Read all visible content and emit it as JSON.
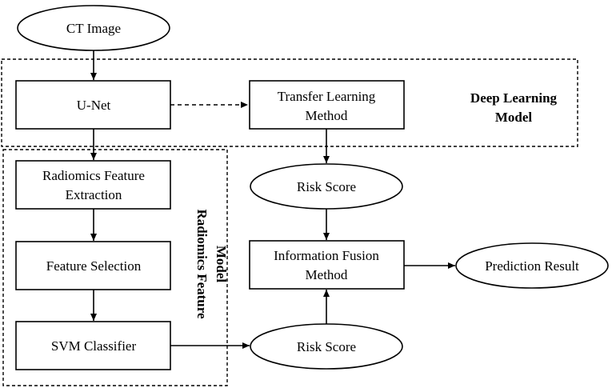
{
  "nodes": {
    "ct_image": "CT Image",
    "unet": "U-Net",
    "transfer_learning": [
      "Transfer Learning",
      "Method"
    ],
    "radiomics_extraction": [
      "Radiomics Feature",
      "Extraction"
    ],
    "feature_selection": "Feature Selection",
    "svm_classifier": "SVM Classifier",
    "risk_score_top": "Risk Score",
    "risk_score_bottom": "Risk Score",
    "information_fusion": [
      "Information Fusion",
      "Method"
    ],
    "prediction_result": "Prediction Result"
  },
  "groups": {
    "deep_learning": [
      "Deep Learning",
      "Model"
    ],
    "radiomics_model": [
      "Radiomics Feature",
      "Model"
    ]
  }
}
